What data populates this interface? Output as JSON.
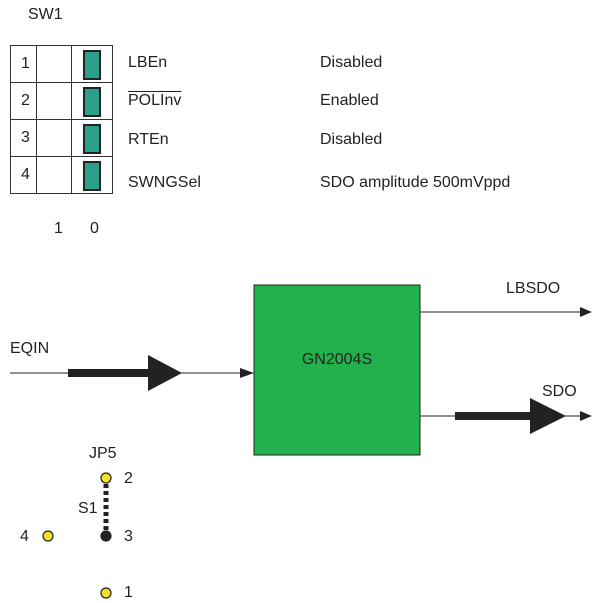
{
  "switch": {
    "title": "SW1",
    "rows": [
      {
        "number": "1",
        "signal": "LBEn",
        "state": "Disabled",
        "overline": false
      },
      {
        "number": "2",
        "signal": "POLInv",
        "state": "Enabled",
        "overline": true
      },
      {
        "number": "3",
        "signal": "RTEn",
        "state": "Disabled",
        "overline": false
      },
      {
        "number": "4",
        "signal": "SWNGSel",
        "state": "SDO amplitude 500mVppd",
        "overline": false
      }
    ],
    "column_labels": [
      "1",
      "0"
    ],
    "lever_color": "#2aa08a"
  },
  "block": {
    "label": "GN2004S",
    "color": "#22b14c"
  },
  "signals": {
    "input": "EQIN",
    "loopback_output": "LBSDO",
    "output": "SDO"
  },
  "jumper": {
    "label": "JP5",
    "switch_label": "S1",
    "pins": [
      "2",
      "3",
      "4",
      "1"
    ],
    "pin_color": "#f2e22a"
  }
}
